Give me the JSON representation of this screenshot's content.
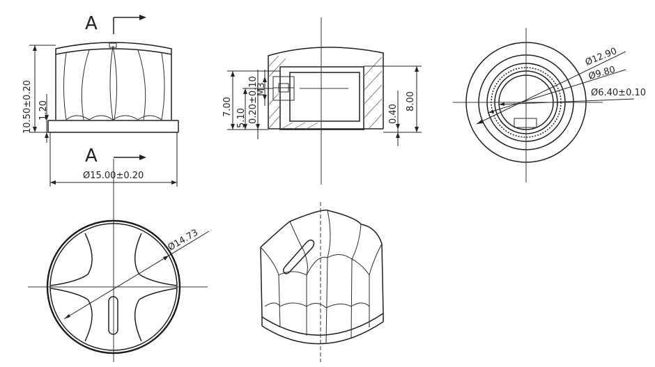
{
  "section_marks": {
    "top": "A",
    "bottom": "A"
  },
  "front_view": {
    "height_dim": "10.50±0.20",
    "flange_dim": "1.20",
    "diameter_dim": "Ø15.00±0.20"
  },
  "section_view": {
    "shaft_dim": "7.00",
    "insert_dim": "5.10",
    "thread_dim": "M3",
    "gap_dim": "0.20±0.10",
    "wall_dim": "0.40",
    "overall_dim": "8.00"
  },
  "bottom_view": {
    "outer_dim": "Ø12.90",
    "mid_dim": "Ø9.80",
    "bore_dim": "Ø6.40±0.10"
  },
  "top_view": {
    "dia_dim": "Ø14.73"
  }
}
